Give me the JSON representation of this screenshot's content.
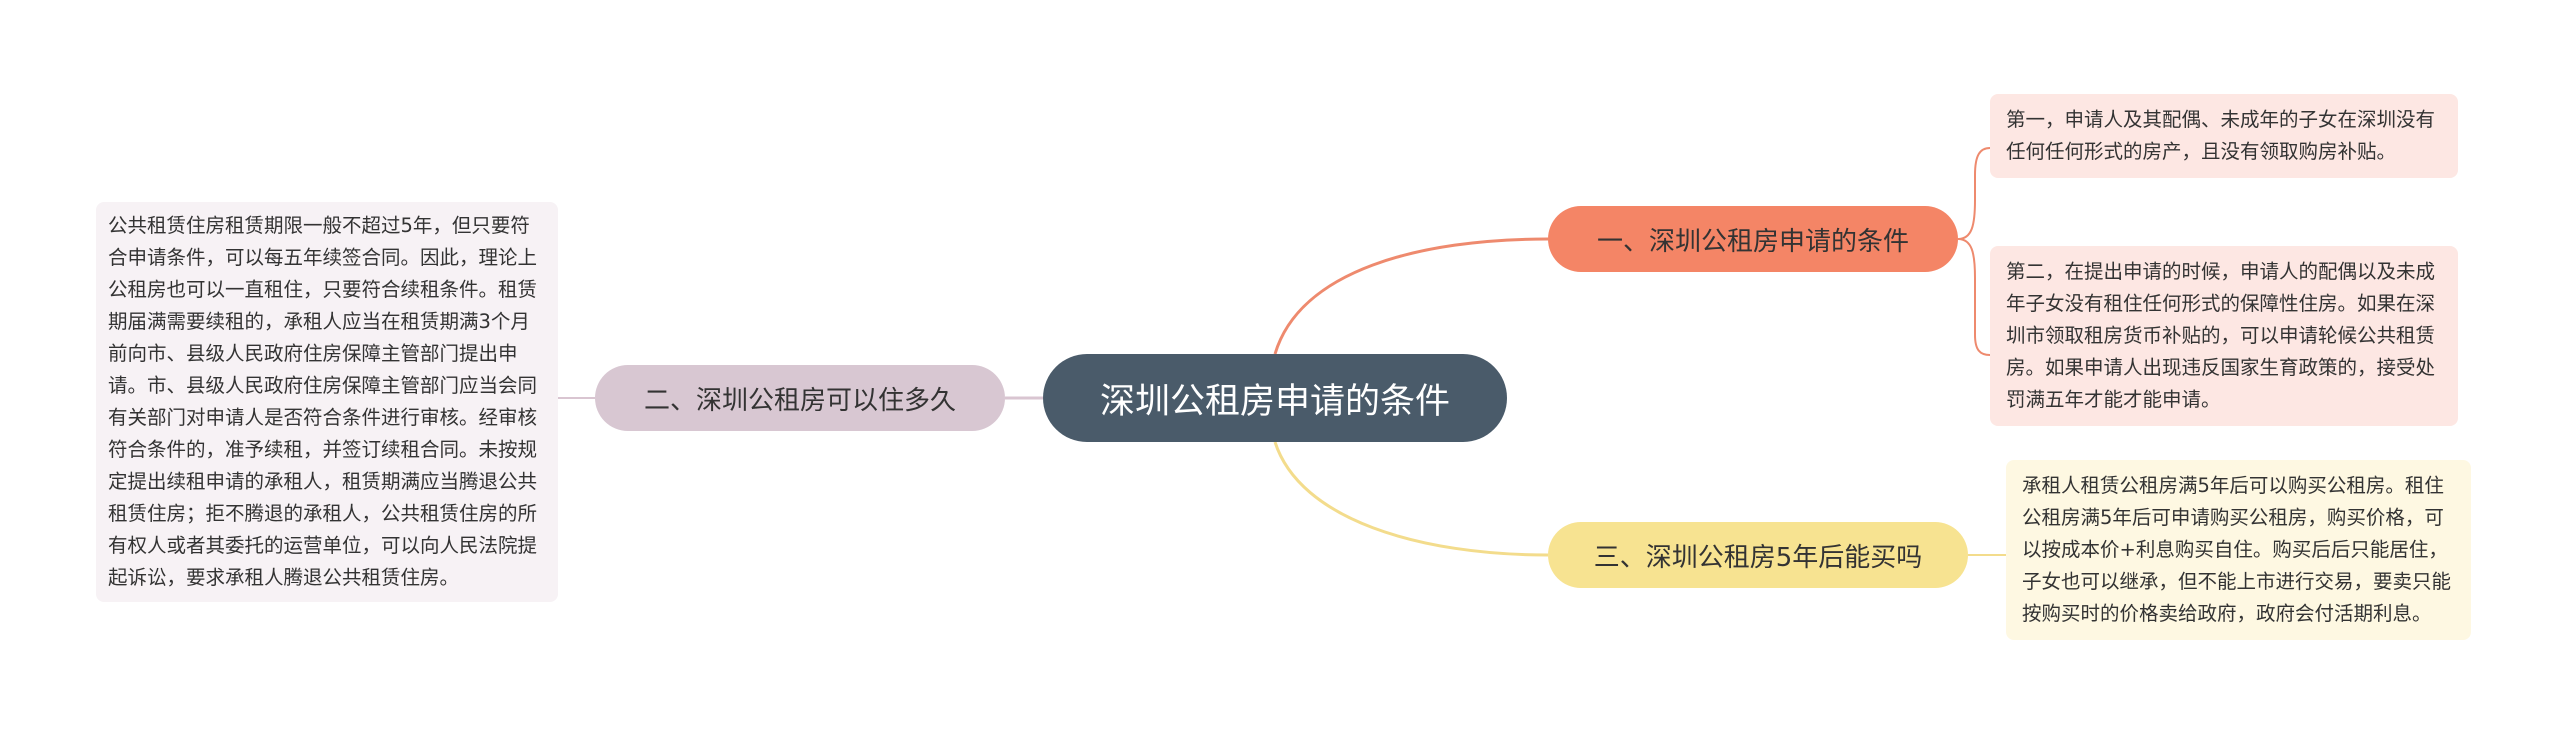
{
  "colors": {
    "central_bg": "#4a5b6a",
    "branch1_bg": "#f48566",
    "branch1_line": "#ee8a6e",
    "branch2_bg": "#d8c7d2",
    "branch2_line": "#d9c5d1",
    "branch3_bg": "#f7e391",
    "branch3_line": "#f3dc8c",
    "leaf_pink_bg": "#fde7e3",
    "leaf_lavender_bg": "#f7f2f5",
    "leaf_cream_bg": "#fef8e2"
  },
  "central": {
    "label": "深圳公租房申请的条件"
  },
  "branches": [
    {
      "label": "一、深圳公租房申请的条件",
      "leaves": [
        "第一，申请人及其配偶、未成年的子女在深圳没有任何任何形式的房产，且没有领取购房补贴。",
        "第二，在提出申请的时候，申请人的配偶以及未成年子女没有租住任何形式的保障性住房。如果在深圳市领取租房货币补贴的，可以申请轮候公共租赁房。如果申请人出现违反国家生育政策的，接受处罚满五年才能才能申请。"
      ]
    },
    {
      "label": "二、深圳公租房可以住多久",
      "leaves": [
        "公共租赁住房租赁期限一般不超过5年，但只要符合申请条件，可以每五年续签合同。因此，理论上公租房也可以一直租住，只要符合续租条件。租赁期届满需要续租的，承租人应当在租赁期满3个月前向市、县级人民政府住房保障主管部门提出申请。市、县级人民政府住房保障主管部门应当会同有关部门对申请人是否符合条件进行审核。经审核符合条件的，准予续租，并签订续租合同。未按规定提出续租申请的承租人，租赁期满应当腾退公共租赁住房；拒不腾退的承租人，公共租赁住房的所有权人或者其委托的运营单位，可以向人民法院提起诉讼，要求承租人腾退公共租赁住房。"
      ]
    },
    {
      "label": "三、深圳公租房5年后能买吗",
      "leaves": [
        "承租人租赁公租房满5年后可以购买公租房。租住公租房满5年后可申请购买公租房，购买价格，可以按成本价+利息购买自住。购买后后只能居住，子女也可以继承，但不能上市进行交易，要卖只能按购买时的价格卖给政府，政府会付活期利息。"
      ]
    }
  ]
}
